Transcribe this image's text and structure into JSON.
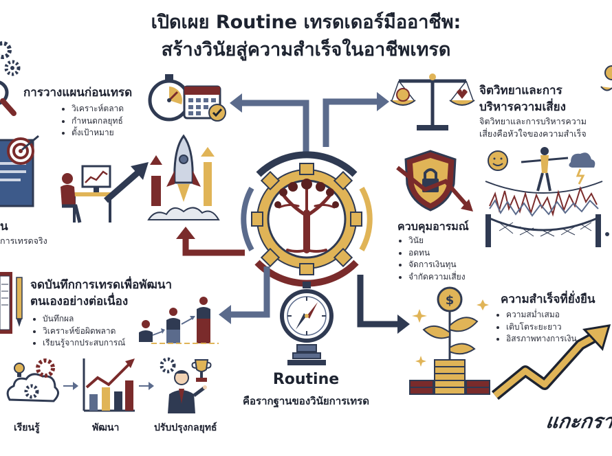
{
  "title": {
    "line1": "เปิดเผย Routine เทรดเดอร์มืออาชีพ:",
    "line2": "สร้างวินัยสู่ความสำเร็จในอาชีพเทรด"
  },
  "planning": {
    "heading": "การวางแผนก่อนเทรด",
    "items": [
      "วิเคราะห์ตลาด",
      "กำหนดกลยุทธ์",
      "ตั้งเป้าหมาย"
    ]
  },
  "left_partial": {
    "heading": "น",
    "subtext": "การเทรดจริง"
  },
  "psychology": {
    "heading_line1": "จิตวิทยาและการ",
    "heading_line2": "บริหารความเสี่ยง",
    "text_line1": "จิตวิทยาและการบริหารความ",
    "text_line2": "เสี่ยงคือหัวใจของความสำเร็จ"
  },
  "emotion": {
    "heading": "ควบคุมอารมณ์",
    "items": [
      "วินัย",
      "อดทน",
      "จัดการเงินทุน",
      "จำกัดความเสี่ยง"
    ]
  },
  "journal": {
    "heading_line1": "จดบันทึกการเทรดเพื่อพัฒนา",
    "heading_line2": "ตนเองอย่างต่อเนื่อง",
    "items": [
      "บันทึกผล",
      "วิเคราะห์ข้อผิดพลาด",
      "เรียนรู้จากประสบการณ์"
    ]
  },
  "steps": {
    "labels": [
      "เรียนรู้",
      "พัฒนา",
      "ปรับปรุงกลยุทธ์"
    ]
  },
  "center": {
    "title": "Routine",
    "subtitle": "คือรากฐานของวินัยการเทรด"
  },
  "success": {
    "heading": "ความสำเร็จที่ยั่งยืน",
    "items": [
      "ความสม่ำเสมอ",
      "เติบโตระยะยาว",
      "อิสรภาพทางการเงิน"
    ]
  },
  "watermark": {
    "text": "แกะกรา"
  },
  "colors": {
    "navy": "#2f3a52",
    "maroon": "#7a2b2b",
    "gold": "#e0b457",
    "slate": "#5b6b8c",
    "dark": "#1d2330"
  },
  "icons": [
    "stopwatch-icon",
    "calendar-icon",
    "rocket-icon",
    "laptop-desk-icon",
    "target-icon",
    "gear-icon",
    "scale-icon",
    "shield-lock-icon",
    "tightrope-icon",
    "tree-gear-icon",
    "compass-icon",
    "notebook-icon",
    "podium-icon",
    "lightbulb-icon",
    "bar-chart-icon",
    "businessman-icon",
    "trophy-icon",
    "coin-plant-icon",
    "growth-arrow-icon"
  ]
}
